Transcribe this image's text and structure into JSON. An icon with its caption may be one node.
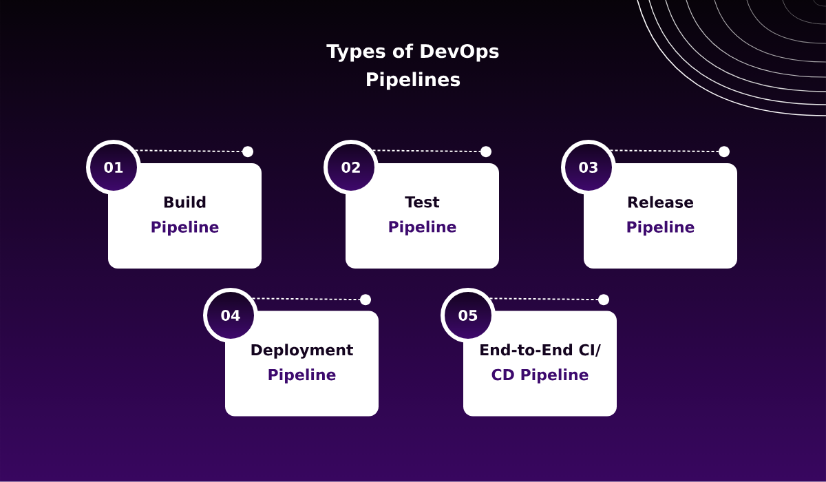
{
  "diagram": {
    "title": "Types of DevOps Pipelines",
    "nodes": [
      {
        "text": [
          "01"
        ]
      },
      {
        "text": [],
        "shape": "circle"
      },
      {
        "text": [
          "Build",
          "Pipeline"
        ]
      },
      {
        "text": [
          "02"
        ]
      },
      {
        "text": [],
        "shape": "circle"
      },
      {
        "text": [
          "Test",
          "Pipeline"
        ]
      },
      {
        "text": [
          "03"
        ]
      },
      {
        "text": [],
        "shape": "circle"
      },
      {
        "text": [
          "Release",
          "Pipeline"
        ]
      },
      {
        "text": [
          "04"
        ]
      },
      {
        "text": [],
        "shape": "circle"
      },
      {
        "text": [
          "Deployment",
          "Pipeline"
        ]
      },
      {
        "text": [
          "05"
        ]
      },
      {
        "text": [],
        "shape": "circle"
      },
      {
        "text": [
          "End-to-End CI/",
          "CD Pipeline"
        ]
      }
    ],
    "edges": [
      {
        "from": 0,
        "to": 1,
        "arrow": "none",
        "style": "dashed"
      },
      {
        "from": 3,
        "to": 4,
        "arrow": "none",
        "style": "dashed"
      },
      {
        "from": 6,
        "to": 7,
        "arrow": "none",
        "style": "dashed"
      },
      {
        "from": 9,
        "to": 10,
        "arrow": "none",
        "style": "dashed"
      },
      {
        "from": 12,
        "to": 13,
        "arrow": "none",
        "style": "dashed"
      }
    ]
  }
}
